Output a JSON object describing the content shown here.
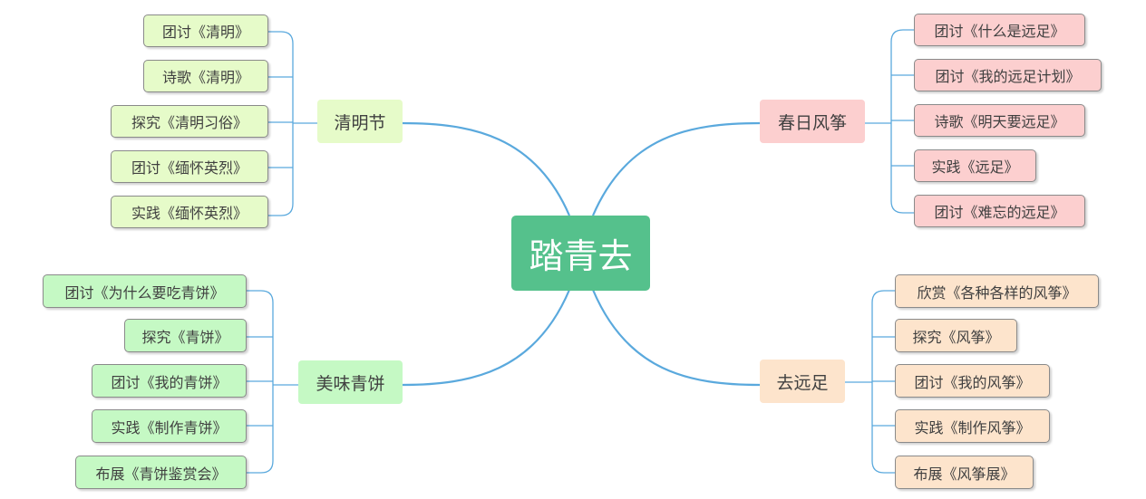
{
  "root": {
    "label": "踏青去"
  },
  "branches": {
    "qingming": {
      "label": "清明节",
      "items": [
        "团讨《清明》",
        "诗歌《清明》",
        "探究《清明习俗》",
        "团讨《缅怀英烈》",
        "实践《缅怀英烈》"
      ]
    },
    "qingbing": {
      "label": "美味青饼",
      "items": [
        "团讨《为什么要吃青饼》",
        "探究《青饼》",
        "团讨《我的青饼》",
        "实践《制作青饼》",
        "布展《青饼鉴赏会》"
      ]
    },
    "fengzheng": {
      "label": "春日风筝",
      "items": [
        "团讨《什么是远足》",
        "团讨《我的远足计划》",
        "诗歌《明天要远足》",
        "实践《远足》",
        "团讨《难忘的远足》"
      ]
    },
    "yuanzu": {
      "label": "去远足",
      "items": [
        "欣赏《各种各样的风筝》",
        "探究《风筝》",
        "团讨《我的风筝》",
        "实践《制作风筝》",
        "布展《风筝展》"
      ]
    }
  },
  "colors": {
    "root": "#55c18c",
    "link": "#5aa9dd",
    "qingming": "#e6fbc9",
    "qingbing": "#c5f9c4",
    "fengzheng": "#fccfcf",
    "yuanzu": "#fde4cc"
  }
}
